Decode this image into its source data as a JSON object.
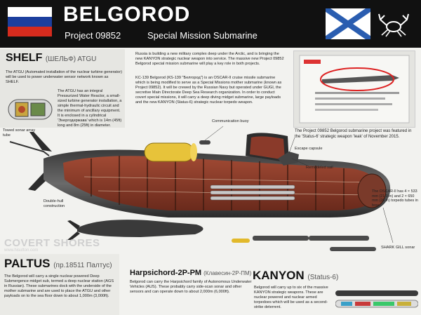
{
  "header": {
    "title": "BELGOROD",
    "project": "Project 09852",
    "mission": "Special Mission Submarine"
  },
  "colors": {
    "russia_white": "#ffffff",
    "russia_blue": "#1c3f9e",
    "russia_red": "#d52b1e",
    "header_bg": "#111111",
    "naval_flag_blue": "#2a5db0"
  },
  "shelf": {
    "title": "SHELF",
    "subtitle": "(ШЕЛЬФ) ATGU",
    "text": "The ATGU (Automated installation of the nuclear turbine generator) will be used to power underwater sensor network known as SHELF.",
    "atgu_text": "The ATGU has an integral Pressurized Water Reactor, a small-sized turbine generator installation, a simple thermal-hydraulic circuit and the minimum of ancillary equipment. It is enclosed in a cylindrical 'Энергодержава' which is 14m (45ft) long and 8m (25ft) in diameter."
  },
  "intro": {
    "text": "Russia is building a new military complex deep under the Arctic, and is bringing the new KANYON strategic nuclear weapon into service. The massive new Project 09852 Belgorod special mission submarine will play a key role in both projects.",
    "kc_text": "KC-139 Belgorod (KS-139 \"Белгород\") is an OSCAR-II cruise missile submarine which is being modified to serve as a Special Missions mother submarine (known as Project 09852). It will be crewed by the Russian Navy but operated under GUGI, the secretive Main Directorate Deep Sea Research organization. In order to conduct covert special missions, it will carry a deep diving midget submarine, large payloads and the new KANYON (Status-6) strategic nuclear torpedo weapon."
  },
  "photo_caption": "The Project 09852 Belgorod submarine project was featured in the 'Status-6' strategic weapon 'leak' of November 2015.",
  "labels": {
    "towed_sonar": "Towed sonar array tube",
    "communication_buoy": "Communication buoy",
    "escape_capsule": "Escape capsule",
    "remodeled_sail": "Remodeled sail",
    "double_hull": "Double-hull construction",
    "shark_gill": "SHARK GILL sonar"
  },
  "oscar_text": "The OSCAR-II has 4 × 533 mm (21.0 in) and 2 × 650 mm (26 in) torpedo tubes in bow.",
  "watermark": {
    "name": "COVERT SHORES",
    "url": "www.hisutton.com"
  },
  "paltus": {
    "title": "PALTUS",
    "subtitle": "(пр.18511 Палтус)",
    "text": "The Belgorod will carry a single nuclear powered Deep Submergence midget sub, termed a deep nuclear station (AGS in Russian). These submarines dock with the underside of the mother submarine and are used to place the ATGU and other payloads on to the sea floor down to about 1,000m (3,000ft)."
  },
  "harpsichord": {
    "title": "Harpsichord-2P-PM",
    "subtitle": "(Клавесин-2Р-ПМ)",
    "text": "Belgorod can carry the Harpsichord family of Autonomous Underwater Vehicles (AUS). These probably carry side-scan sonar and other sensors and can operate down to about 2,000m (6,000ft)."
  },
  "kanyon": {
    "title": "KANYON",
    "subtitle": "(Status-6)",
    "text": "Belgorod will carry up to six of the massive KANYON strategic weapons. These are nuclear powered and nuclear armed torpedoes which will be used as a second-strike deterrent."
  }
}
